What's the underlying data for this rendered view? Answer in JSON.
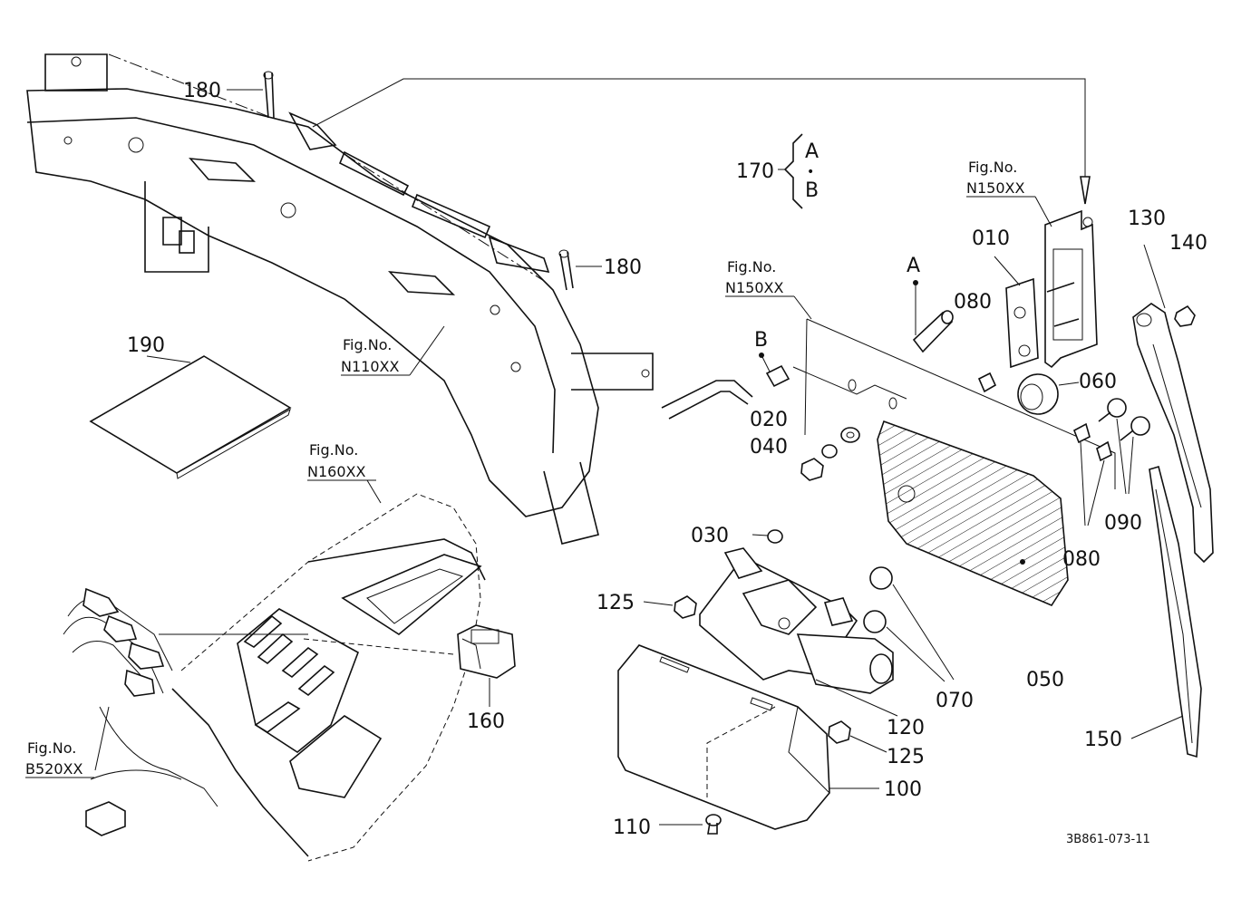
{
  "parts": [
    {
      "label": "010"
    },
    {
      "label": "020"
    },
    {
      "label": "030"
    },
    {
      "label": "040"
    },
    {
      "label": "050"
    },
    {
      "label": "060"
    },
    {
      "label": "070"
    },
    {
      "label": "080"
    },
    {
      "label": "080"
    },
    {
      "label": "090"
    },
    {
      "label": "100"
    },
    {
      "label": "110"
    },
    {
      "label": "120"
    },
    {
      "label": "125"
    },
    {
      "label": "125"
    },
    {
      "label": "130"
    },
    {
      "label": "140"
    },
    {
      "label": "150"
    },
    {
      "label": "160"
    },
    {
      "label": "170"
    },
    {
      "label": "180"
    },
    {
      "label": "180"
    },
    {
      "label": "190"
    }
  ],
  "figure_refs": [
    {
      "prefix": "Fig.No.",
      "code": "N150XX"
    },
    {
      "prefix": "Fig.No.",
      "code": "N150XX"
    },
    {
      "prefix": "Fig.No.",
      "code": "N110XX"
    },
    {
      "prefix": "Fig.No.",
      "code": "N160XX"
    },
    {
      "prefix": "Fig.No.",
      "code": "B520XX"
    }
  ],
  "markers": {
    "a": "A",
    "b": "B",
    "dot": "•"
  },
  "drawing_code": "3B861-073-11"
}
